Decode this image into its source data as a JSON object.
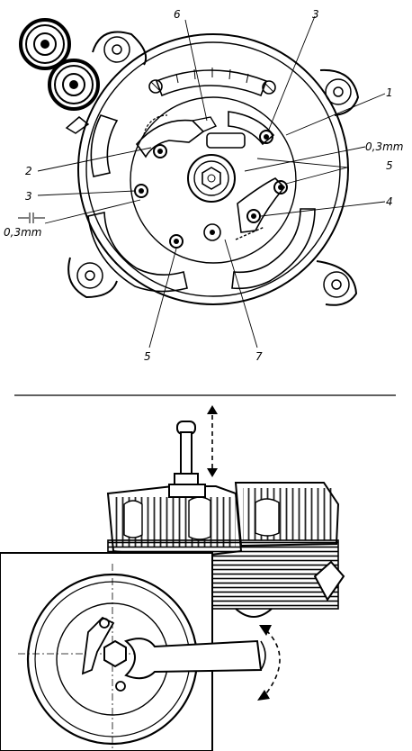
{
  "figure_top": {
    "callouts": {
      "c1": "1",
      "c2": "2",
      "c3a": "3",
      "c3b": "3",
      "c4": "4",
      "c5a": "5",
      "c5b": "5",
      "c6": "6",
      "c7": "7",
      "gap_right": "0,3mm",
      "gap_left": "0,3mm"
    }
  }
}
